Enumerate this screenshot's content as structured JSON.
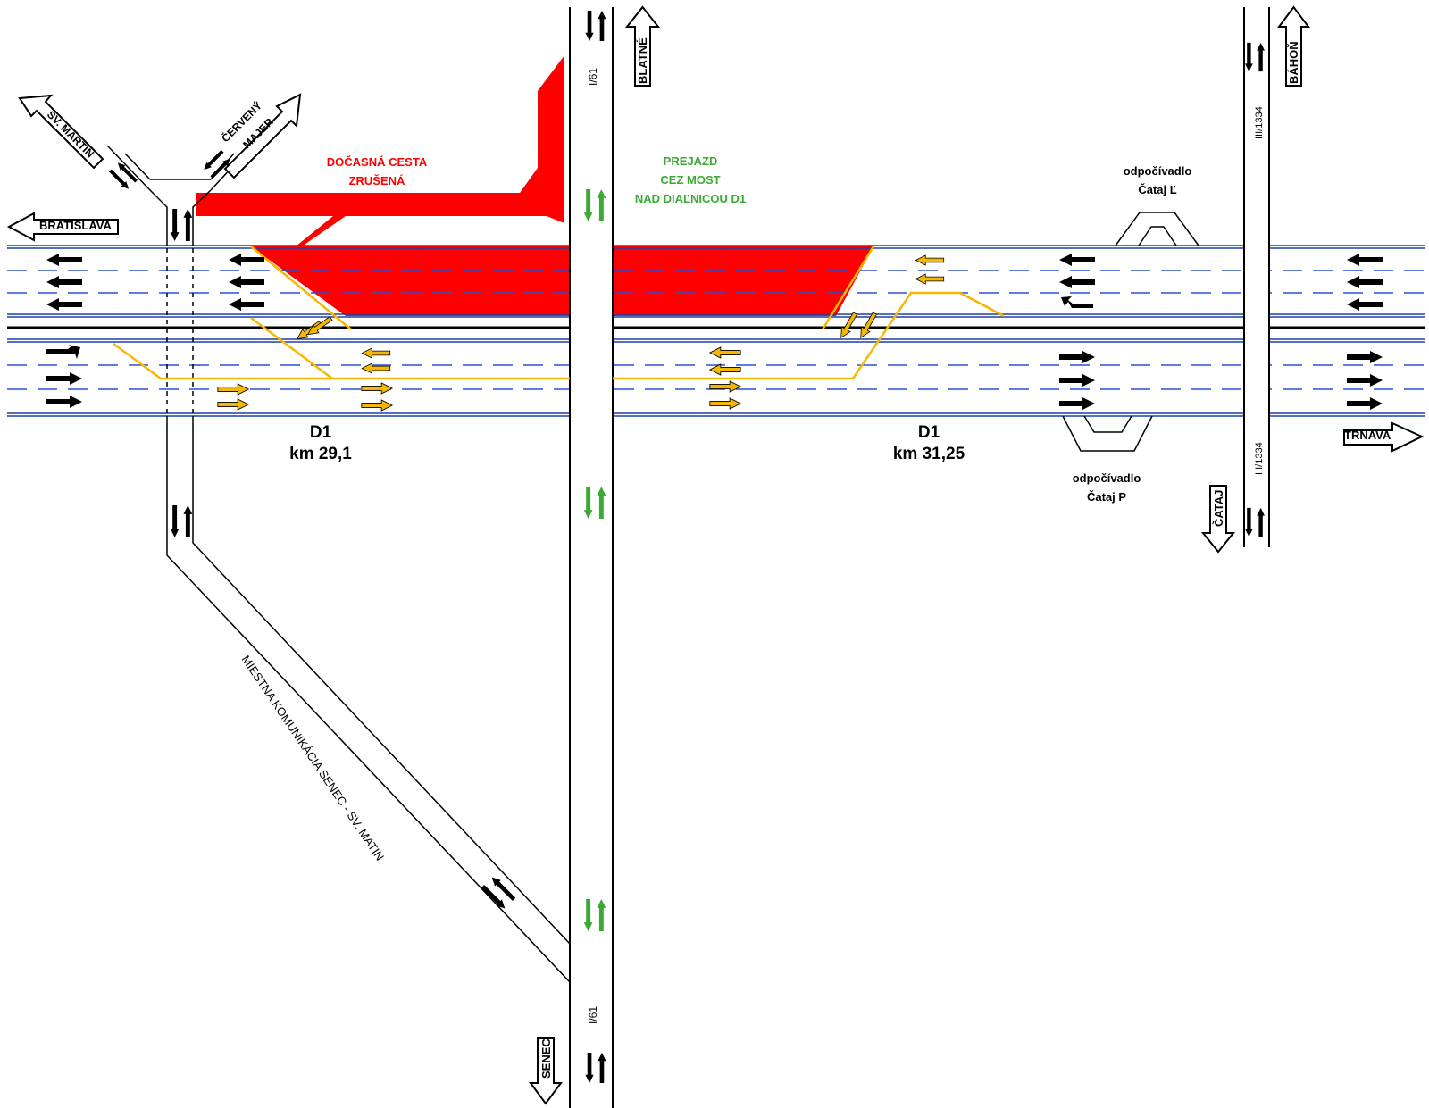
{
  "labels": {
    "bratislava": "BRATISLAVA",
    "sv_martin": "SV. MARTIN",
    "cerveny_majer_1": "ČERVENÝ",
    "cerveny_majer_2": "MAJER",
    "blatne": "BLATNÉ",
    "bahon": "BÁHOŇ",
    "trnava": "TRNAVA",
    "cataj": "ČATAJ",
    "senec": "SENEC",
    "road_i61_top": "I/61",
    "road_i61_bottom": "I/61",
    "road_iii1334_top": "III/1334",
    "road_iii1334_bottom": "III/1334",
    "temp_road_1": "DOČASNÁ CESTA",
    "temp_road_2": "ZRUŠENÁ",
    "crossing_1": "PREJAZD",
    "crossing_2": "CEZ MOST",
    "crossing_3": "NAD DIAĽNICOU D1",
    "d1_left_1": "D1",
    "d1_left_2": "km 29,1",
    "d1_right_1": "D1",
    "d1_right_2": "km 31,25",
    "rest_left_1": "odpočívadlo",
    "rest_left_2": "Čataj Ľ",
    "rest_right_1": "odpočívadlo",
    "rest_right_2": "Čataj P",
    "local_road": "MIESTNA KOMUNIKÁCIA SENEC - SV. MATIN"
  },
  "colors": {
    "closed_area": "#ff0000",
    "traffic_switch": "#f5b700",
    "bridge_crossing": "#3aaa35",
    "lane_dash": "#2a4fd6",
    "carriageway_edge": "#1f3fa8",
    "road_outline": "#000000"
  }
}
